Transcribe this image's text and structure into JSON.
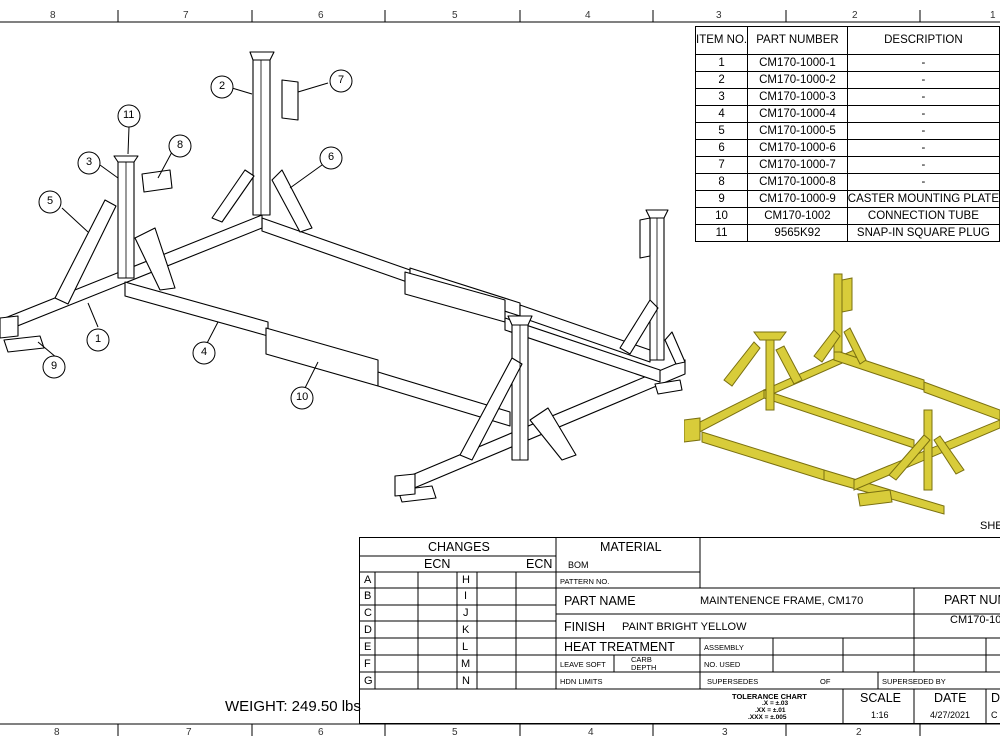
{
  "zones": {
    "top": [
      "8",
      "7",
      "6",
      "5",
      "4",
      "3",
      "2",
      "1"
    ],
    "bottom": [
      "8",
      "7",
      "6",
      "5",
      "4",
      "3",
      "2"
    ]
  },
  "bom": {
    "headers": {
      "item": "ITEM NO.",
      "part": "PART NUMBER",
      "desc": "DESCRIPTION"
    },
    "rows": [
      {
        "item": "1",
        "part": "CM170-1000-1",
        "desc": "-"
      },
      {
        "item": "2",
        "part": "CM170-1000-2",
        "desc": "-"
      },
      {
        "item": "3",
        "part": "CM170-1000-3",
        "desc": "-"
      },
      {
        "item": "4",
        "part": "CM170-1000-4",
        "desc": "-"
      },
      {
        "item": "5",
        "part": "CM170-1000-5",
        "desc": "-"
      },
      {
        "item": "6",
        "part": "CM170-1000-6",
        "desc": "-"
      },
      {
        "item": "7",
        "part": "CM170-1000-7",
        "desc": "-"
      },
      {
        "item": "8",
        "part": "CM170-1000-8",
        "desc": "-"
      },
      {
        "item": "9",
        "part": "CM170-1000-9",
        "desc": "CASTER MOUNTING PLATE"
      },
      {
        "item": "10",
        "part": "CM170-1002",
        "desc": "CONNECTION TUBE"
      },
      {
        "item": "11",
        "part": "9565K92",
        "desc": "SNAP-IN SQUARE PLUG"
      }
    ]
  },
  "balloons": [
    "1",
    "2",
    "3",
    "4",
    "5",
    "6",
    "7",
    "8",
    "9",
    "10",
    "11"
  ],
  "sheet_label": "SHE",
  "weight": "WEIGHT: 249.50 lbs",
  "title_block": {
    "changes": "CHANGES",
    "ecn1": "ECN",
    "ecn2": "ECN",
    "letters_left": [
      "A",
      "B",
      "C",
      "D",
      "E",
      "F",
      "G"
    ],
    "letters_mid": [
      "H",
      "I",
      "J",
      "K",
      "L",
      "M",
      "N"
    ],
    "material": "MATERIAL",
    "bom": "BOM",
    "pattern_no": "PATTERN NO.",
    "part_name_label": "PART NAME",
    "part_name": "MAINTENENCE FRAME, CM170",
    "part_num_label": "PART NUM",
    "part_num": "CM170-10",
    "finish_label": "FINISH",
    "finish": "PAINT BRIGHT YELLOW",
    "heat_treatment": "HEAT TREATMENT",
    "assembly": "ASSEMBLY",
    "leave_soft": "LEAVE SOFT",
    "carb_depth": "CARB DEPTH",
    "no_used": "NO. USED",
    "hdn_limits": "HDN LIMITS",
    "supersedes": "SUPERSEDES",
    "of": "OF",
    "superseded_by": "SUPERSEDED BY",
    "tolerance_chart": "TOLERANCE CHART",
    "tol_x": ".X = ±.03",
    "tol_xx": ".XX = ±.01",
    "tol_xxx": ".XXX = ±.005",
    "scale_label": "SCALE",
    "scale": "1:16",
    "date_label": "DATE",
    "date": "4/27/2021",
    "d_label": "D",
    "c_value": "C"
  },
  "colors": {
    "frame_yellow": "#d8cc3a",
    "frame_dark": "#7a7010"
  }
}
